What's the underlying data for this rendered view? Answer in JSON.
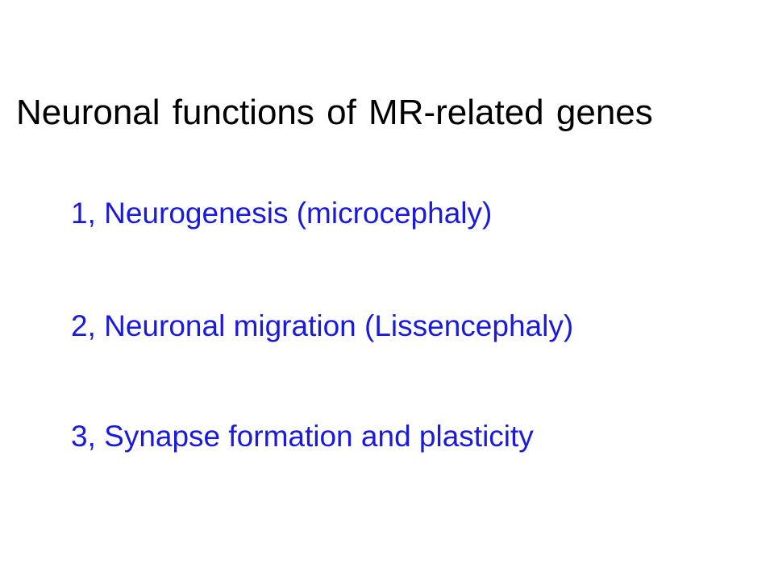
{
  "slide": {
    "title": "Neuronal functions of MR-related genes",
    "items": [
      {
        "label": "1, Neurogenesis (microcephaly)"
      },
      {
        "label": "2, Neuronal migration (Lissencephaly)"
      },
      {
        "label": "3, Synapse formation and plasticity"
      }
    ],
    "colors": {
      "title": "#000000",
      "items": "#1a1adf",
      "background": "#ffffff"
    }
  }
}
